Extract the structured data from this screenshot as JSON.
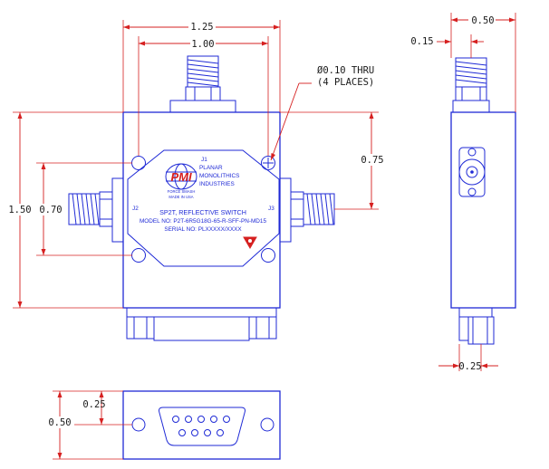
{
  "dimensions": {
    "overall_width": "1.25",
    "hole_spacing_h": "1.00",
    "hole_callout_line1": "Ø0.10 THRU",
    "hole_callout_line2": "(4 PLACES)",
    "overall_height": "1.50",
    "port_spacing_v": "0.70",
    "port_offset_v": "0.75",
    "side_width": "0.50",
    "side_offset": "0.15",
    "side_bottom": "0.25",
    "bottom_offset": "0.25",
    "bottom_height": "0.50"
  },
  "ports": {
    "j1": "J1",
    "j2": "J2",
    "j3": "J3"
  },
  "label": {
    "logo": "PMI",
    "brand_line1": "PLANAR",
    "brand_line2": "MONOLITHICS",
    "brand_line3": "INDUSTRIES",
    "sub_line1": "FORCE SMASH",
    "sub_line2": "MADE IN USA",
    "title": "SP2T, REFLECTIVE SWITCH",
    "model": "MODEL NO: P2T-6R5G18G-65-R-SFF-PN-MD15",
    "serial": "SERIAL NO: PLXXXXX/XXXX"
  },
  "colors": {
    "outline": "#1f2ad6",
    "dimension": "#d62020"
  }
}
